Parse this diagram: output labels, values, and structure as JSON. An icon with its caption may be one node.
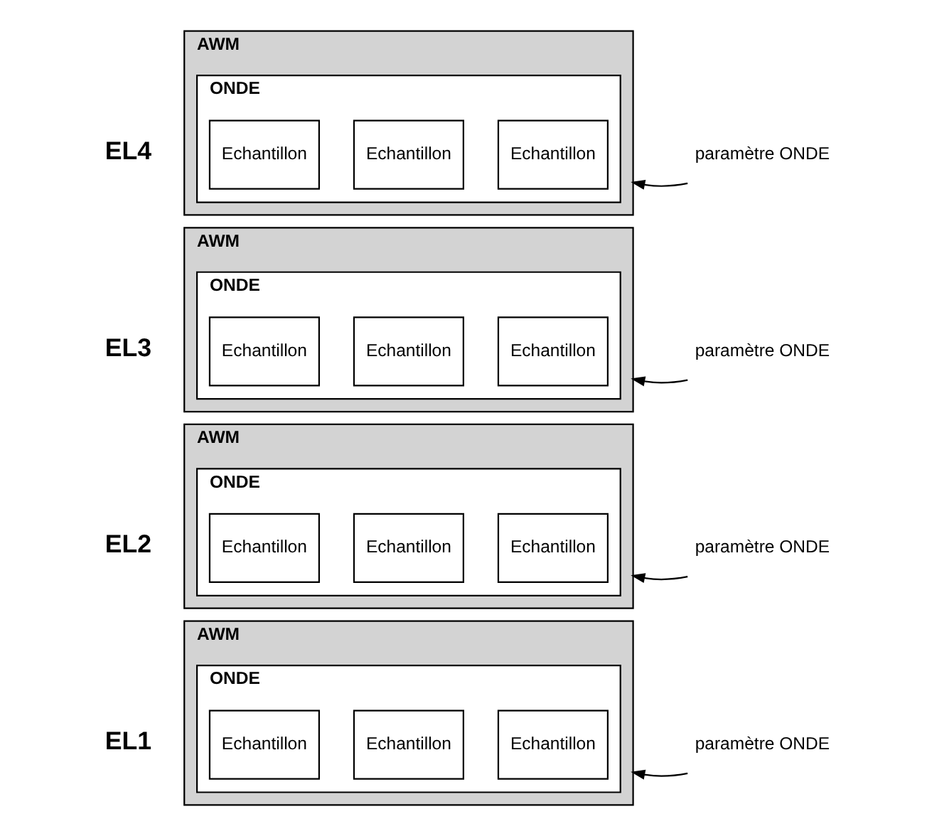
{
  "diagram": {
    "nodes": [
      {
        "text": [
          "AWM"
        ],
        "beside": [
          "EL1"
        ]
      },
      {
        "text": [
          "ONDE"
        ],
        "in": 0
      },
      {
        "text": [
          "Echantillon"
        ],
        "in": 1
      },
      {
        "text": [
          "Echantillon"
        ],
        "in": 1
      },
      {
        "text": [
          "Echantillon"
        ],
        "in": 1
      },
      {
        "text": [
          "paramètre ONDE"
        ]
      },
      {
        "text": [
          "AWM"
        ],
        "beside": [
          "EL2"
        ]
      },
      {
        "text": [
          "ONDE"
        ],
        "in": 6
      },
      {
        "text": [
          "Echantillon"
        ],
        "in": 7
      },
      {
        "text": [
          "Echantillon"
        ],
        "in": 7
      },
      {
        "text": [
          "Echantillon"
        ],
        "in": 7
      },
      {
        "text": [
          "paramètre ONDE"
        ]
      },
      {
        "text": [
          "AWM"
        ],
        "beside": [
          "EL3"
        ]
      },
      {
        "text": [
          "ONDE"
        ],
        "in": 12
      },
      {
        "text": [
          "Echantillon"
        ],
        "in": 13
      },
      {
        "text": [
          "Echantillon"
        ],
        "in": 13
      },
      {
        "text": [
          "Echantillon"
        ],
        "in": 13
      },
      {
        "text": [
          "paramètre ONDE"
        ]
      },
      {
        "text": [
          "AWM"
        ],
        "beside": [
          "EL4"
        ]
      },
      {
        "text": [
          "ONDE"
        ],
        "in": 18
      },
      {
        "text": [
          "Echantillon"
        ],
        "in": 19
      },
      {
        "text": [
          "Echantillon"
        ],
        "in": 19
      },
      {
        "text": [
          "Echantillon"
        ],
        "in": 19
      },
      {
        "text": [
          "paramètre ONDE"
        ]
      }
    ],
    "edges": [
      {
        "from": 5,
        "to": 0,
        "arrow": "to"
      },
      {
        "from": 11,
        "to": 6,
        "arrow": "to"
      },
      {
        "from": 17,
        "to": 12,
        "arrow": "to"
      },
      {
        "from": 23,
        "to": 18,
        "arrow": "to"
      }
    ]
  }
}
